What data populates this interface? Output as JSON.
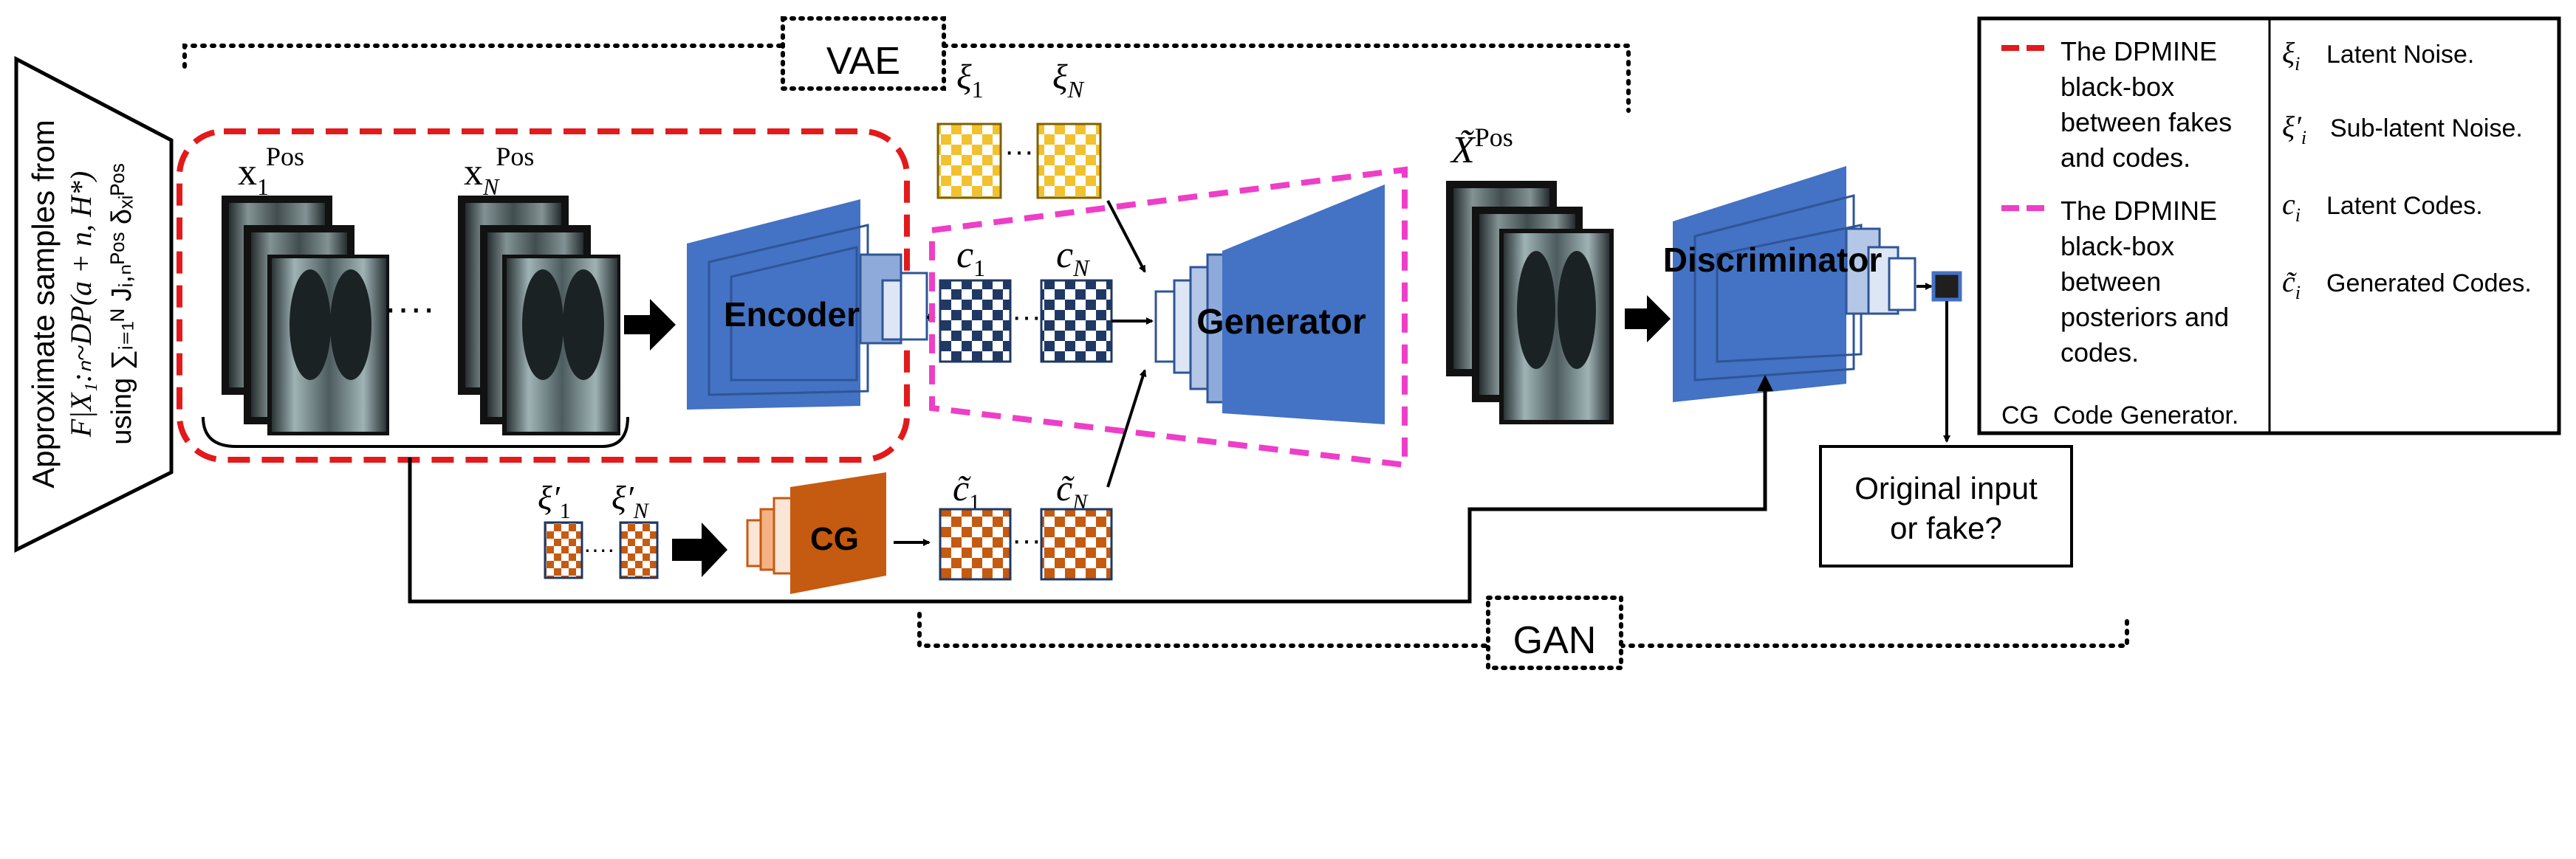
{
  "colors": {
    "blue": "#4472c4",
    "blue_light": "#dde6f5",
    "orange": "#c55a11",
    "yellow": "#f2c12e",
    "navy": "#1f3864",
    "red_dashed": "#e31a1c",
    "magenta_dashed": "#ee3ec8"
  },
  "input_panel": {
    "line1": "Approximate samples from",
    "line2": "F|X₁:ₙ~DP(a + n, H*)",
    "line3": "using ∑ᵢ₌₁ᴺ Jᵢ,ₙᴾᵒˢ δₓᵢᴾᵒˢ"
  },
  "labels": {
    "vae": "VAE",
    "gan": "GAN",
    "encoder": "Encoder",
    "generator": "Generator",
    "discriminator": "Discriminator",
    "cg": "CG",
    "x1_pos": "x",
    "x1_sub": "1",
    "xn_pos": "x",
    "xn_sub": "N",
    "pos_sup": "Pos",
    "xtilde": "X̃",
    "ellipsis": "····",
    "xi_1": "ξ",
    "xi_N": "ξ",
    "c_1": "c",
    "c_N": "c",
    "xi_prime_1": "ξ′",
    "xi_prime_N": "ξ′",
    "ctilde_1": "c̃",
    "ctilde_N": "c̃",
    "sub_1": "1",
    "sub_N": "N",
    "output_line1": "Original input",
    "output_line2": "or fake?"
  },
  "legend": {
    "items_left": [
      {
        "lines": [
          "The DPMINE",
          "black-box",
          "between fakes",
          "and codes."
        ]
      },
      {
        "lines": [
          "The DPMINE",
          "black-box",
          "between",
          "posteriors and",
          "codes."
        ]
      }
    ],
    "cg_abbrev": "CG",
    "cg_text": "Code Generator.",
    "items_right": [
      {
        "symbol": "ξ",
        "sub": "i",
        "text": "Latent Noise."
      },
      {
        "symbol": "ξ′",
        "sub": "i",
        "text": "Sub-latent Noise."
      },
      {
        "symbol": "c",
        "sub": "i",
        "text": "Latent Codes."
      },
      {
        "symbol": "c̃",
        "sub": "i",
        "text": "Generated Codes."
      }
    ]
  }
}
